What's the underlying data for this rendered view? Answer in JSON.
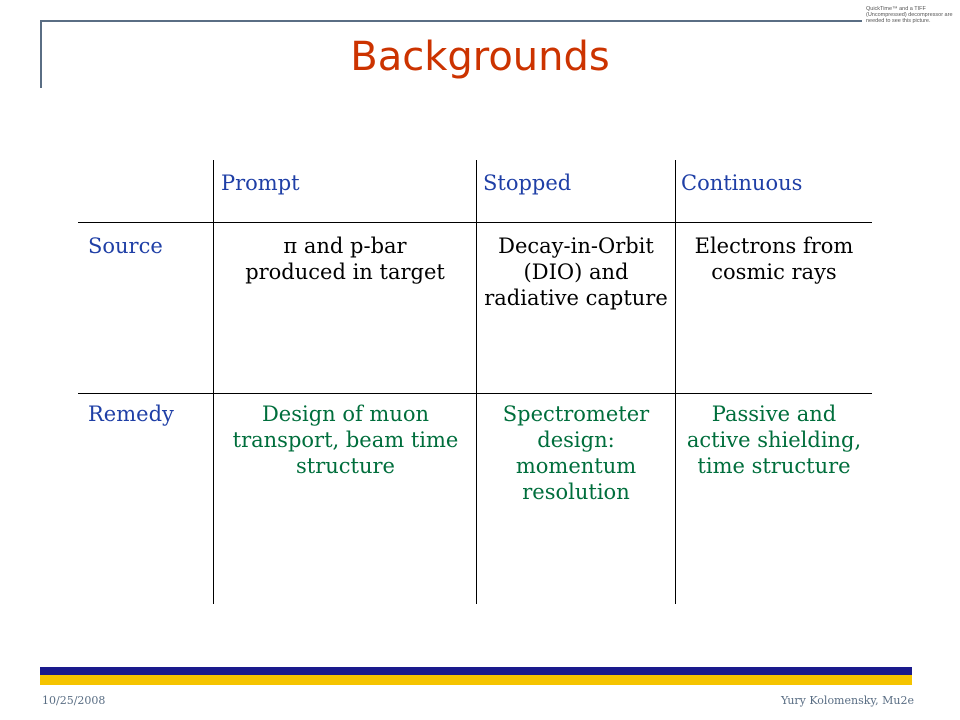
{
  "slide": {
    "title": "Backgrounds",
    "quicktime_note": "QuickTime™ and a TIFF (Uncompressed) decompressor are needed to see this picture."
  },
  "table": {
    "headers": [
      "",
      "Prompt",
      "Stopped",
      "Continuous"
    ],
    "rows": [
      {
        "label": "Source",
        "cells": [
          "π and p-bar produced in target",
          "Decay-in-Orbit (DIO) and radiative capture",
          "Electrons from cosmic rays"
        ]
      },
      {
        "label": "Remedy",
        "cells": [
          "Design of muon transport, beam time structure",
          "Spectrometer design: momentum resolution",
          "Passive and active shielding, time structure"
        ]
      }
    ]
  },
  "footer": {
    "date": "10/25/2008",
    "author": "Yury Kolomensky, Mu2e"
  },
  "colors": {
    "title": "#cc3300",
    "header_text": "#1f3fa6",
    "remedy_text": "#006e3c",
    "footer_bar_blue": "#1a1a8c",
    "footer_bar_gold": "#f5c400"
  }
}
